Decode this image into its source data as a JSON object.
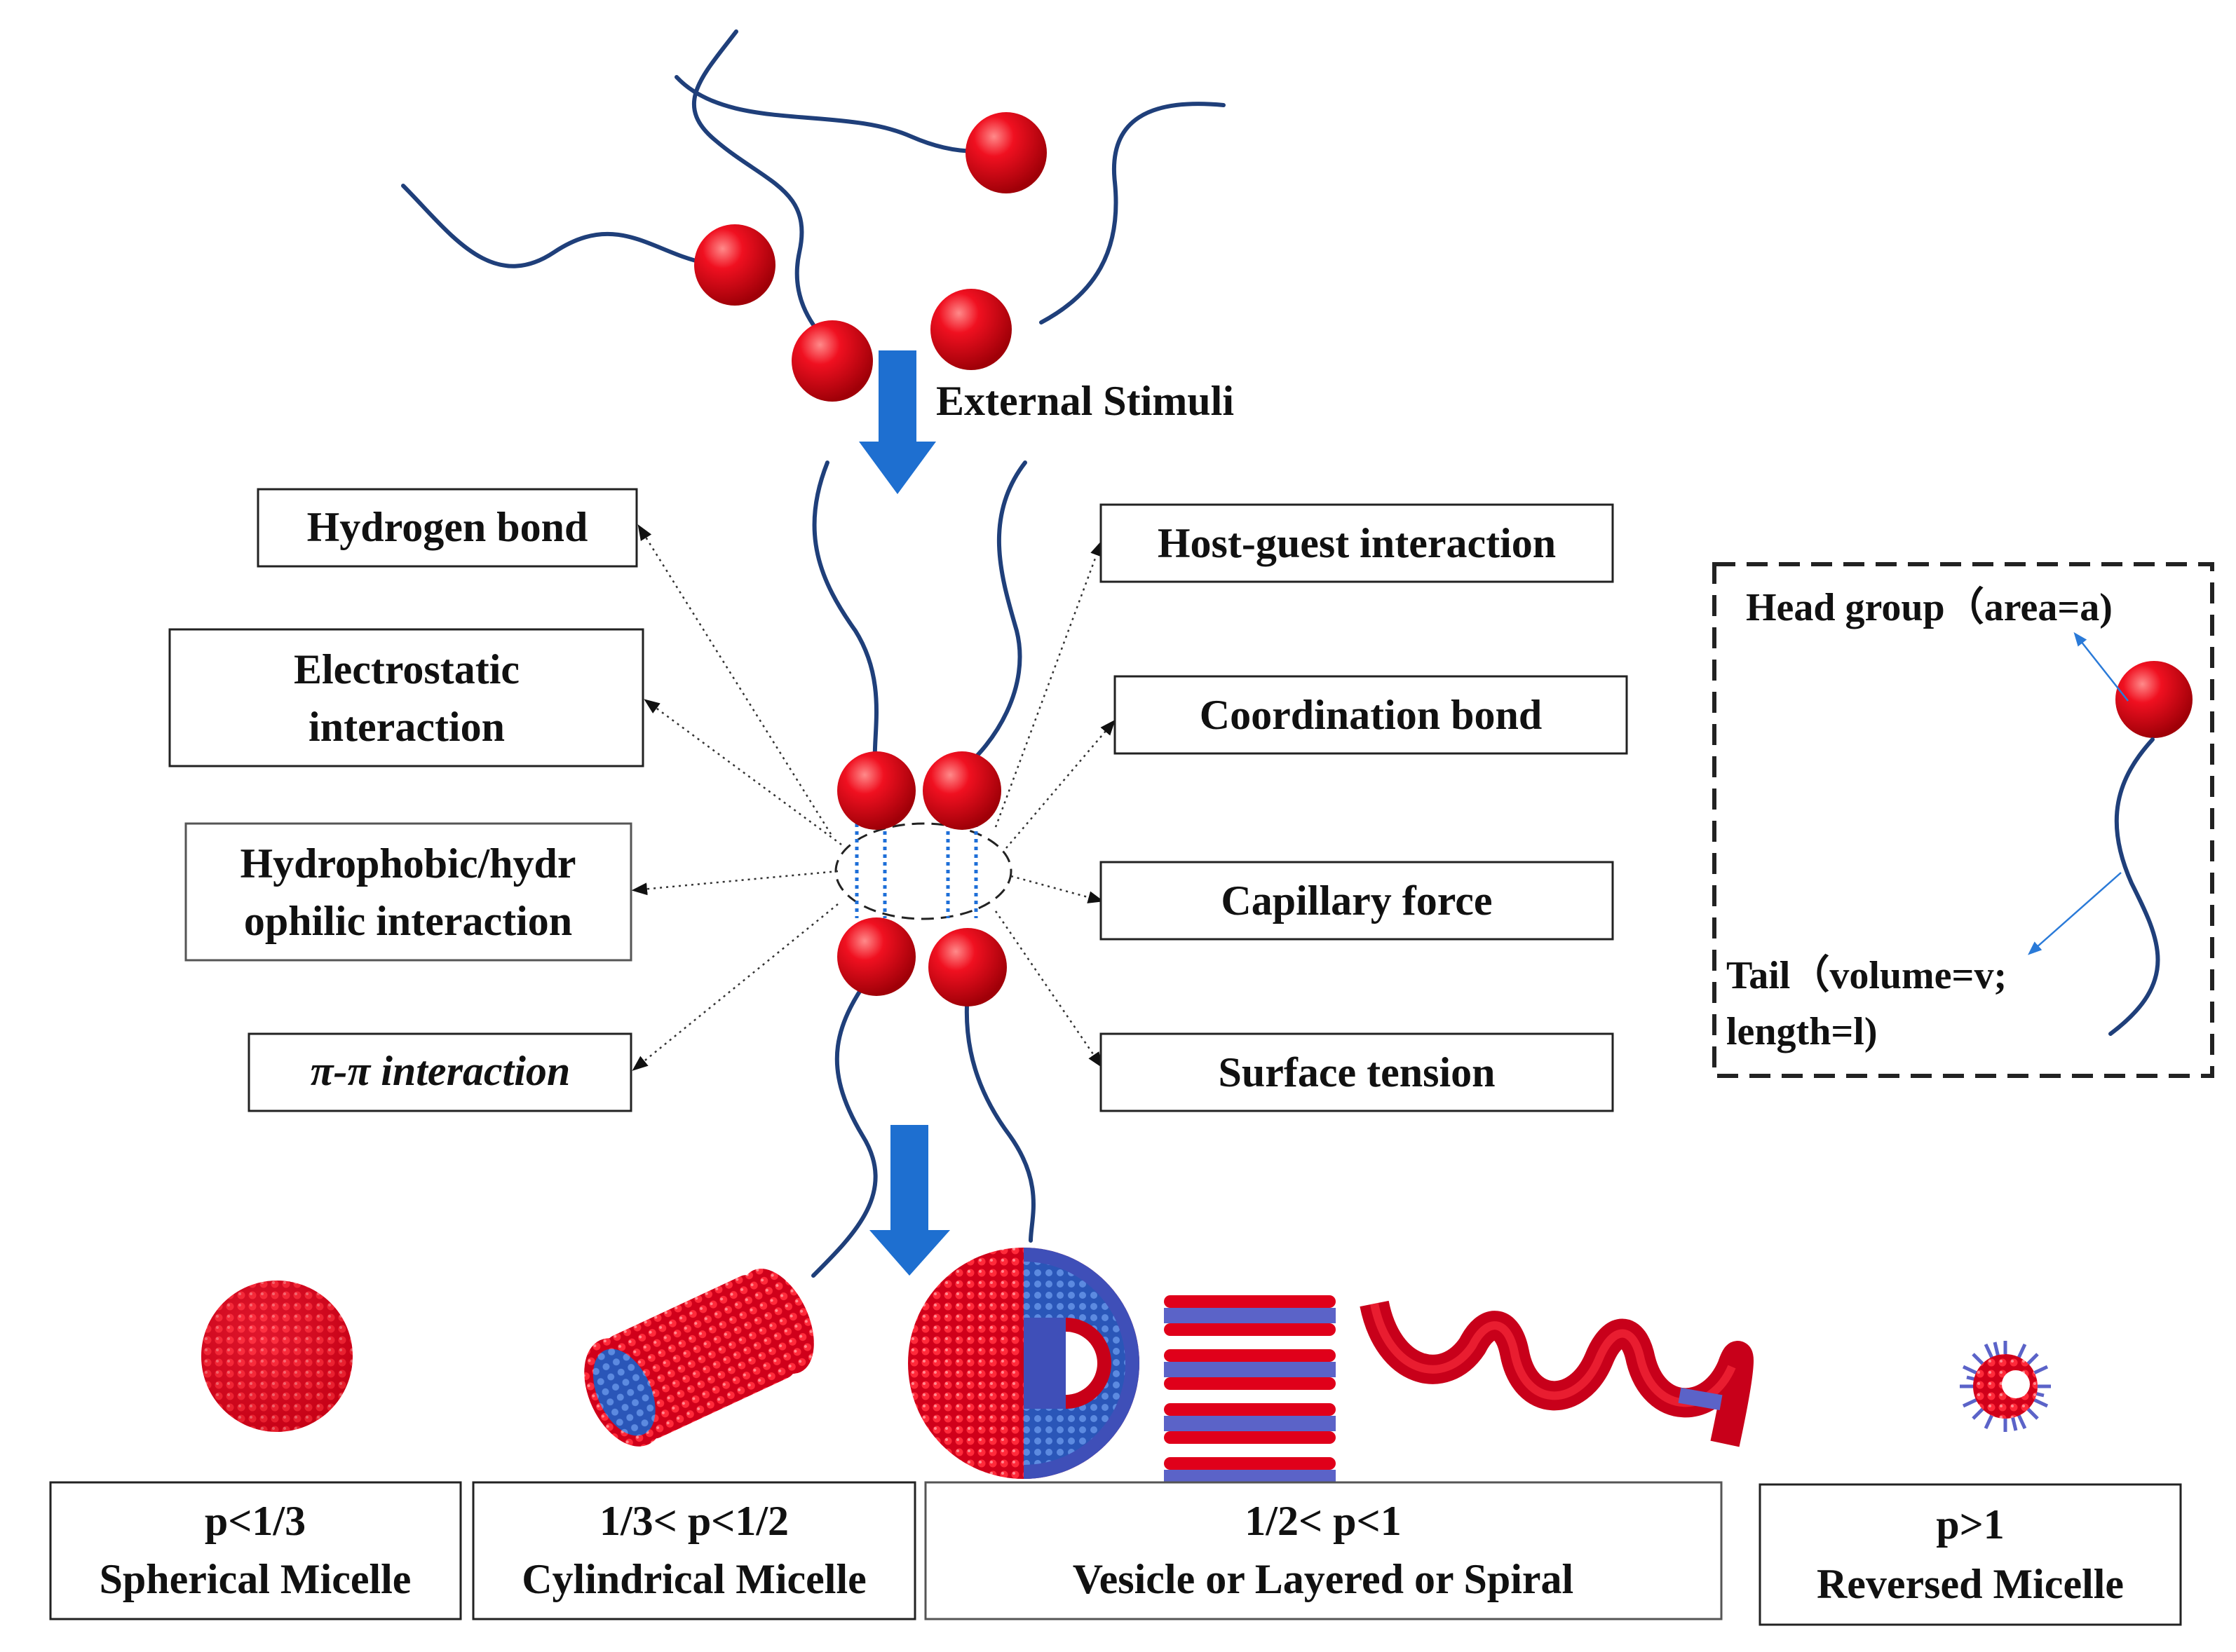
{
  "process": {
    "stimuli_label": "External Stimuli"
  },
  "interactions": {
    "left": [
      {
        "lines": [
          "Hydrogen bond"
        ]
      },
      {
        "lines": [
          "Electrostatic",
          "interaction"
        ]
      },
      {
        "lines": [
          "Hydrophobic/hydr",
          "ophilic interaction"
        ]
      },
      {
        "lines": [
          "π-π interaction"
        ]
      }
    ],
    "right": [
      {
        "lines": [
          "Host-guest interaction"
        ]
      },
      {
        "lines": [
          "Coordination bond"
        ]
      },
      {
        "lines": [
          "Capillary force"
        ]
      },
      {
        "lines": [
          "Surface tension"
        ]
      }
    ]
  },
  "legend": {
    "head": "Head group（area=a)",
    "tail_line1": "Tail（volume=v;",
    "tail_line2": "length=l)"
  },
  "structures": [
    {
      "condition": "p<1/3",
      "name": "Spherical Micelle"
    },
    {
      "condition": "1/3< p<1/2",
      "name": "Cylindrical Micelle"
    },
    {
      "condition": "1/2< p<1",
      "name": "Vesicle or  Layered or Spiral"
    },
    {
      "condition": "p>1",
      "name": "Reversed Micelle"
    }
  ],
  "colors": {
    "head_red": "#e00012",
    "tail_blue": "#1f3f7a",
    "arrow_blue": "#1e6fd0",
    "bilayer_blue": "#5b63c8"
  }
}
